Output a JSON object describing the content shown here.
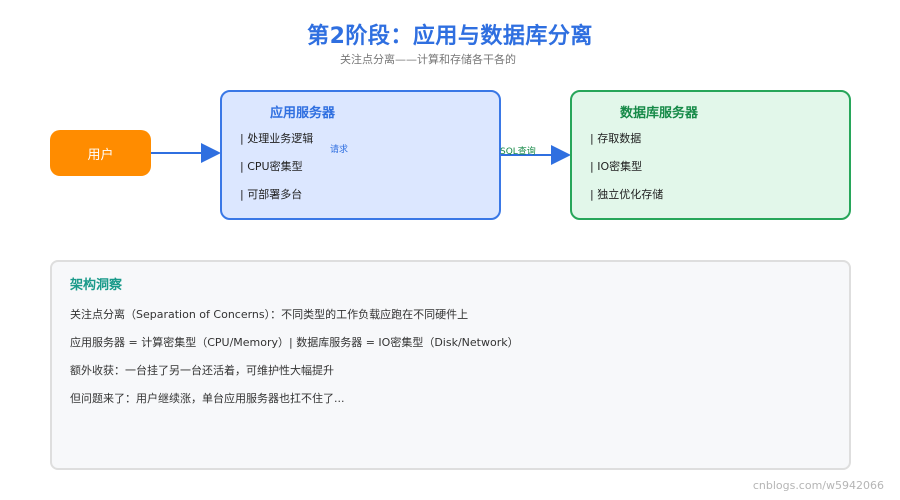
{
  "header": {
    "title": "第2阶段：应用与数据库分离",
    "subtitle": "关注点分离——计算和存储各干各的"
  },
  "nodes": {
    "user": {
      "label": "用户"
    },
    "app_server": {
      "title": "应用服务器",
      "items": [
        "| 处理业务逻辑",
        "| CPU密集型",
        "| 可部署多台"
      ]
    },
    "db_server": {
      "title": "数据库服务器",
      "items": [
        "| 存取数据",
        "| IO密集型",
        "| 独立优化存储"
      ]
    }
  },
  "edges": [
    {
      "from": "user",
      "to": "app_server",
      "label": "请求"
    },
    {
      "from": "app_server",
      "to": "db_server",
      "label": "SQL查询"
    }
  ],
  "insight": {
    "title": "架构洞察",
    "lines": [
      "关注点分离（Separation of Concerns）：不同类型的工作负载应跑在不同硬件上",
      "应用服务器 = 计算密集型（CPU/Memory）| 数据库服务器 = IO密集型（Disk/Network）",
      "额外收获：一台挂了另一台还活着，可维护性大幅提升",
      "但问题来了：用户继续涨，单台应用服务器也扛不住了..."
    ]
  },
  "watermark": "cnblogs.com/w5942066",
  "colors": {
    "title": "#2f6fe0",
    "user_fill": "#ff8c00",
    "app_fill": "#dce7ff",
    "app_border": "#3a78e6",
    "db_fill": "#e2f7ea",
    "db_border": "#27a65a",
    "insight_title": "#1a9a8a"
  }
}
